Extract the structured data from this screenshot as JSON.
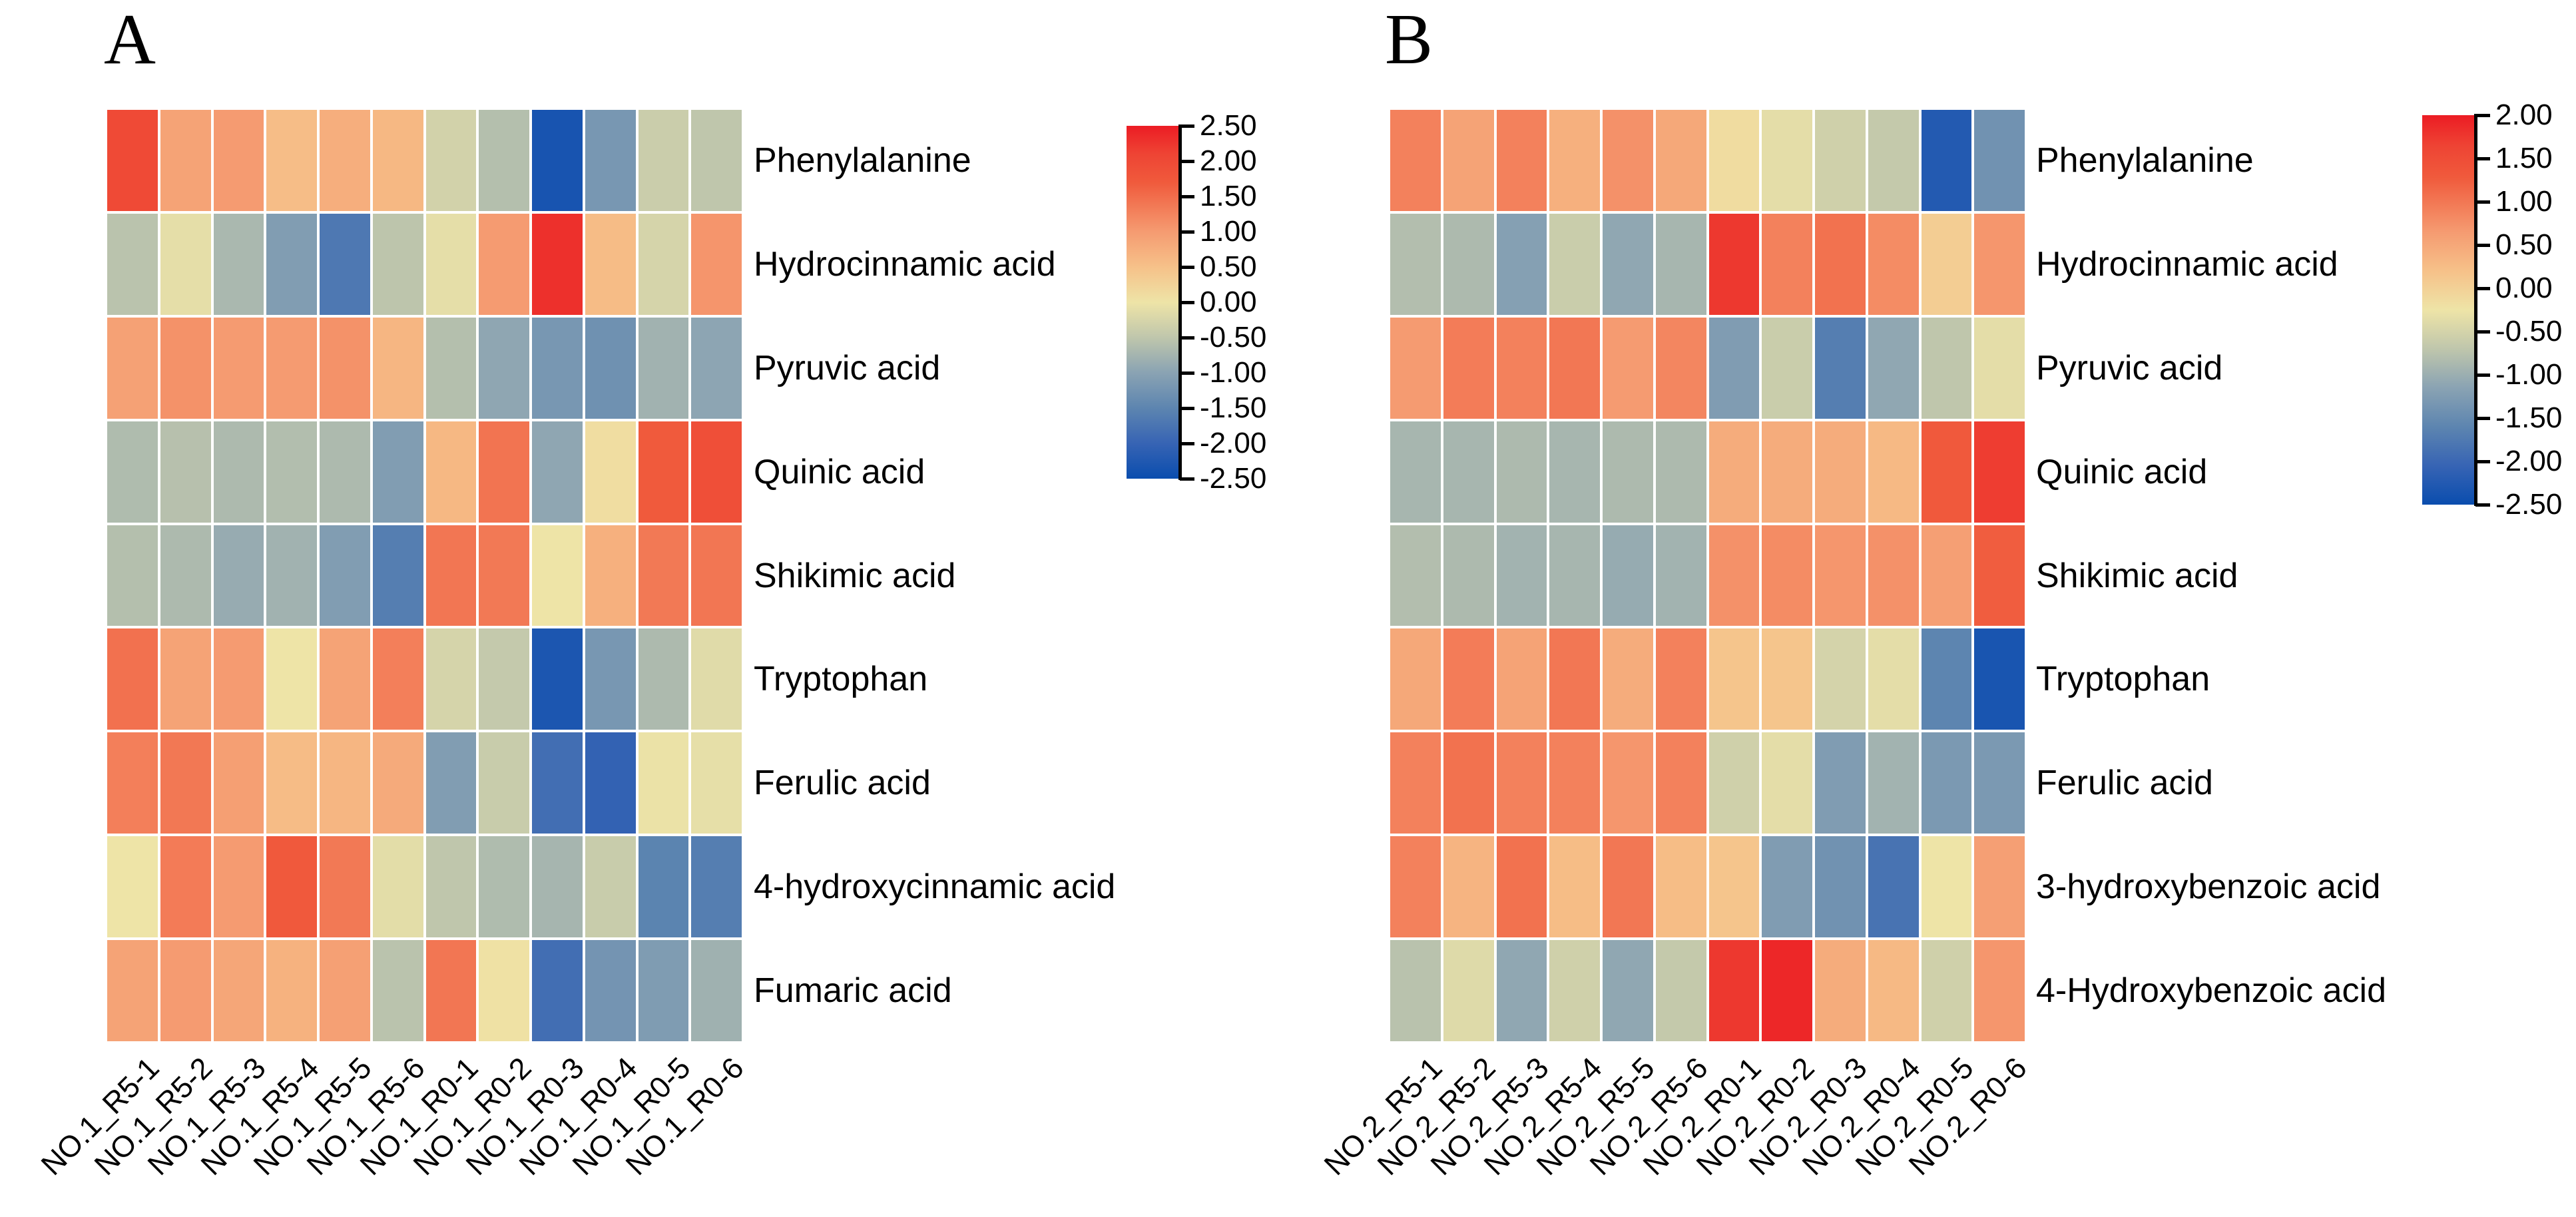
{
  "colors": {
    "background": "#ffffff",
    "text": "#000000",
    "colormap_stops": [
      [
        0.0,
        "#ec1c24"
      ],
      [
        0.08,
        "#ee4434"
      ],
      [
        0.16,
        "#f05a3c"
      ],
      [
        0.3,
        "#f59b71"
      ],
      [
        0.4,
        "#f6c189"
      ],
      [
        0.5,
        "#eee4a7"
      ],
      [
        0.6,
        "#bfc6ac"
      ],
      [
        0.7,
        "#8aa3b3"
      ],
      [
        0.8,
        "#5d85b0"
      ],
      [
        0.9,
        "#3764b4"
      ],
      [
        1.0,
        "#0a4dae"
      ]
    ]
  },
  "chart_data": [
    {
      "type": "heatmap",
      "panel_label": "A",
      "title": "",
      "xlabel": "",
      "ylabel": "",
      "legend_position": "right",
      "grid": false,
      "rows": [
        "Phenylalanine",
        "Hydrocinnamic acid",
        "Pyruvic acid",
        "Quinic acid",
        "Shikimic acid",
        "Tryptophan",
        "Ferulic acid",
        "4-hydroxycinnamic acid",
        "Fumaric acid"
      ],
      "columns": [
        "NO.1_R5-1",
        "NO.1_R5-2",
        "NO.1_R5-3",
        "NO.1_R5-4",
        "NO.1_R5-5",
        "NO.1_R5-6",
        "NO.1_R0-1",
        "NO.1_R0-2",
        "NO.1_R0-3",
        "NO.1_R0-4",
        "NO.1_R0-5",
        "NO.1_R0-6"
      ],
      "vmax": 2.5,
      "vmin": -2.5,
      "colorbar_ticks": [
        "2.50",
        "2.00",
        "1.50",
        "1.00",
        "0.50",
        "0.00",
        "-0.50",
        "-1.00",
        "-1.50",
        "-2.00",
        "-2.50"
      ],
      "values": [
        [
          2.0,
          0.9,
          1.0,
          0.55,
          0.75,
          0.62,
          -0.3,
          -0.6,
          -2.35,
          -1.2,
          -0.38,
          -0.5
        ],
        [
          -0.55,
          -0.1,
          -0.7,
          -1.1,
          -1.7,
          -0.52,
          -0.1,
          1.0,
          2.3,
          0.57,
          -0.27,
          1.07
        ],
        [
          0.92,
          1.1,
          1.0,
          1.0,
          1.1,
          0.65,
          -0.6,
          -0.95,
          -1.2,
          -1.3,
          -0.78,
          -0.97
        ],
        [
          -0.65,
          -0.58,
          -0.67,
          -0.62,
          -0.67,
          -1.1,
          0.62,
          1.42,
          -0.95,
          0.1,
          1.7,
          1.9
        ],
        [
          -0.6,
          -0.67,
          -0.88,
          -0.78,
          -1.1,
          -1.6,
          1.4,
          1.37,
          0.0,
          0.73,
          1.37,
          1.4
        ],
        [
          1.45,
          0.9,
          1.0,
          0.0,
          0.9,
          1.3,
          -0.27,
          -0.45,
          -2.3,
          -1.2,
          -0.67,
          -0.15
        ],
        [
          1.3,
          1.38,
          0.95,
          0.57,
          0.65,
          0.8,
          -1.1,
          -0.4,
          -1.85,
          -2.05,
          -0.03,
          -0.08
        ],
        [
          0.0,
          1.35,
          1.0,
          1.72,
          1.37,
          -0.12,
          -0.5,
          -0.65,
          -0.74,
          -0.4,
          -1.52,
          -1.6
        ],
        [
          0.9,
          1.0,
          0.85,
          0.7,
          0.93,
          -0.55,
          1.4,
          0.05,
          -1.85,
          -1.25,
          -1.12,
          -0.8
        ]
      ]
    },
    {
      "type": "heatmap",
      "panel_label": "B",
      "title": "",
      "xlabel": "",
      "ylabel": "",
      "legend_position": "right",
      "grid": false,
      "rows": [
        "Phenylalanine",
        "Hydrocinnamic acid",
        "Pyruvic acid",
        "Quinic acid",
        "Shikimic acid",
        "Tryptophan",
        "Ferulic acid",
        "3-hydroxybenzoic acid",
        "4-Hydroxybenzoic acid"
      ],
      "columns": [
        "NO.2_R5-1",
        "NO.2_R5-2",
        "NO.2_R5-3",
        "NO.2_R5-4",
        "NO.2_R5-5",
        "NO.2_R5-6",
        "NO.2_R0-1",
        "NO.2_R0-2",
        "NO.2_R0-3",
        "NO.2_R0-4",
        "NO.2_R0-5",
        "NO.2_R0-6"
      ],
      "vmax": 2.0,
      "vmin": -2.5,
      "colorbar_ticks": [
        "2.00",
        "1.50",
        "1.00",
        "0.50",
        "0.00",
        "-0.50",
        "-1.00",
        "-1.50",
        "-2.00",
        "-2.50"
      ],
      "values": [
        [
          0.9,
          0.55,
          0.9,
          0.4,
          0.75,
          0.5,
          -0.15,
          -0.35,
          -0.55,
          -0.65,
          -2.25,
          -1.4
        ],
        [
          -0.8,
          -0.85,
          -1.2,
          -0.6,
          -1.1,
          -0.9,
          1.75,
          0.9,
          1.05,
          0.8,
          0.05,
          0.7
        ],
        [
          0.65,
          0.95,
          0.9,
          1.0,
          0.65,
          0.85,
          -1.25,
          -0.6,
          -1.7,
          -1.1,
          -0.7,
          -0.35
        ],
        [
          -0.9,
          -0.9,
          -0.85,
          -0.9,
          -0.85,
          -0.85,
          0.45,
          0.45,
          0.45,
          0.3,
          1.3,
          1.7
        ],
        [
          -0.8,
          -0.85,
          -0.95,
          -0.9,
          -1.05,
          -0.95,
          0.75,
          0.8,
          0.7,
          0.75,
          0.6,
          1.25
        ],
        [
          0.5,
          0.95,
          0.55,
          1.0,
          0.45,
          0.9,
          0.15,
          0.15,
          -0.5,
          -0.35,
          -1.6,
          -2.35
        ],
        [
          0.9,
          1.05,
          0.9,
          0.9,
          0.7,
          0.9,
          -0.55,
          -0.35,
          -1.25,
          -0.95,
          -1.3,
          -1.3
        ],
        [
          0.9,
          0.35,
          1.05,
          0.25,
          1.0,
          0.25,
          0.15,
          -1.25,
          -1.4,
          -1.85,
          -0.25,
          0.6
        ],
        [
          -0.75,
          -0.4,
          -1.1,
          -0.55,
          -1.1,
          -0.65,
          1.75,
          1.9,
          0.45,
          0.3,
          -0.55,
          0.7
        ]
      ]
    }
  ]
}
